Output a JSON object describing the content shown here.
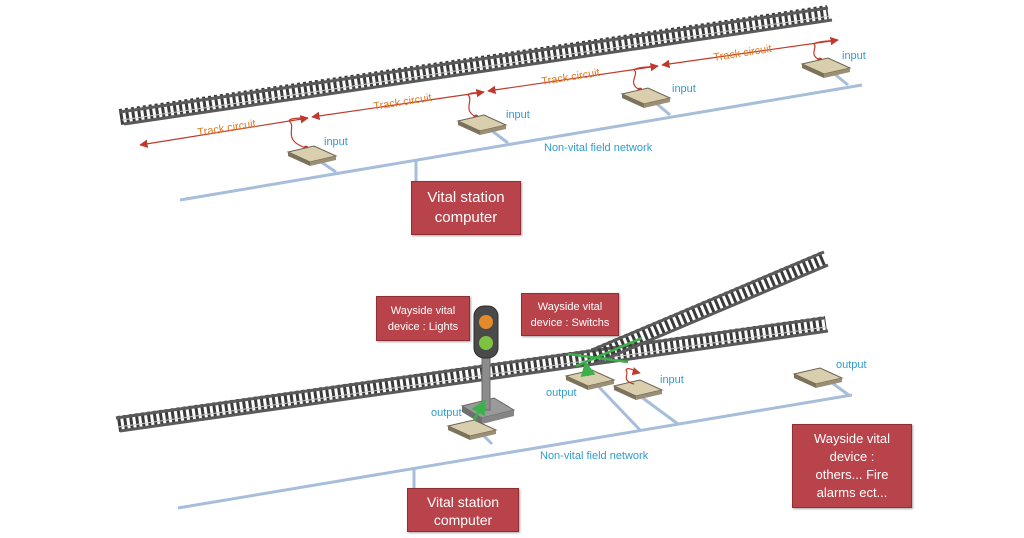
{
  "top_diagram": {
    "track_circuit_label": "Track circuit",
    "input_label": "input",
    "network_label": "Non-vital field network",
    "vital_computer": {
      "line1": "Vital station",
      "line2": "computer"
    }
  },
  "bottom_diagram": {
    "input_label": "input",
    "output_label": "output",
    "network_label": "Non-vital field network",
    "vital_computer": {
      "line1": "Vital station",
      "line2": "computer"
    },
    "lights_box": {
      "line1": "Wayside vital",
      "line2": "device : Lights"
    },
    "switch_box": {
      "line1": "Wayside vital",
      "line2": "device : Switchs"
    },
    "others_box": {
      "line1": "Wayside vital",
      "line2": "device :",
      "line3": "others... Fire",
      "line4": "alarms ect..."
    }
  },
  "colors": {
    "network": "#a7bedb",
    "track_circuit": "#c0392b",
    "label_orange": "#e07a1f",
    "label_blue": "#2e9ccf",
    "green_arrow": "#3cb04a",
    "red_box": "#b9434a"
  }
}
